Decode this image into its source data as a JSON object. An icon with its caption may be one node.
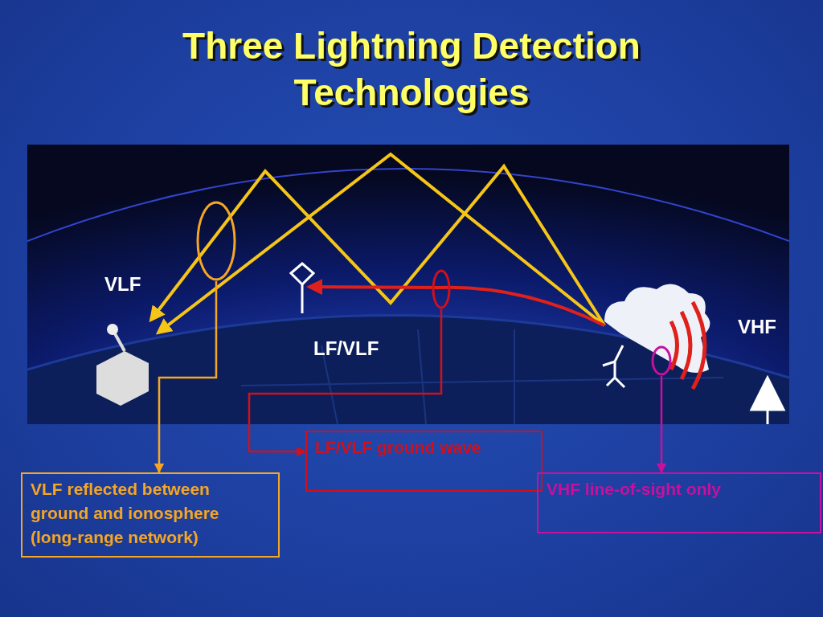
{
  "diagram": {
    "title": "Three Lightning Detection Technologies",
    "nodes": [
      {
        "text": [
          "VLF reflected between ground and ionosphere (long-range network)"
        ]
      },
      {
        "text": [
          "LF/VLF ground wave"
        ]
      },
      {
        "text": [
          "VHF line-of-sight only"
        ]
      },
      {
        "text": [],
        "shape": "circle"
      },
      {
        "text": [],
        "shape": "circle"
      },
      {
        "text": [],
        "shape": "circle"
      }
    ],
    "edges": [
      {
        "from": 3,
        "to": 0,
        "arrow": "to",
        "color": "#f5a623"
      },
      {
        "from": 4,
        "to": 1,
        "arrow": "to",
        "color": "#d0101b"
      },
      {
        "from": 5,
        "to": 2,
        "arrow": "to",
        "color": "#c8109c"
      }
    ],
    "labels": [
      "VLF",
      "LF/VLF",
      "VHF"
    ]
  }
}
